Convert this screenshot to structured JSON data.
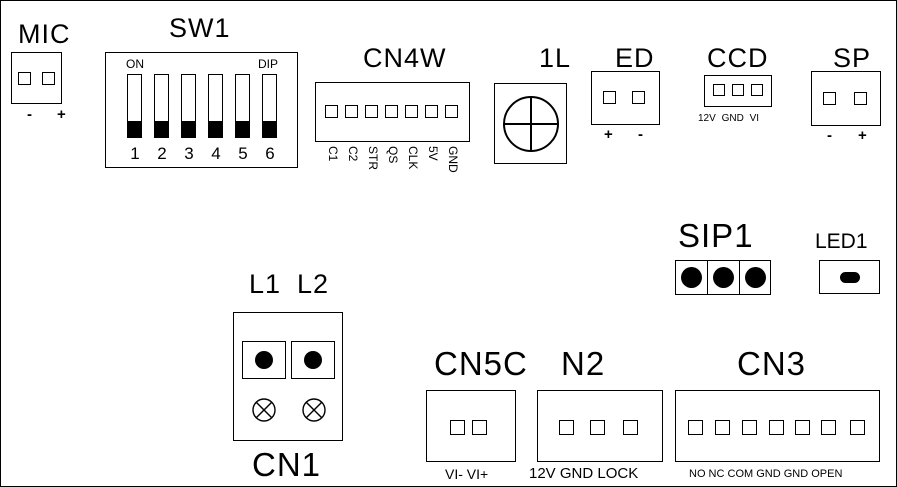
{
  "mic": {
    "title": "MIC",
    "minus": "-",
    "plus": "+"
  },
  "sw1": {
    "title": "SW1",
    "on_label": "ON",
    "dip_label": "DIP",
    "switches": [
      "1",
      "2",
      "3",
      "4",
      "5",
      "6"
    ]
  },
  "cn4w": {
    "title": "CN4W",
    "pins": [
      "C1",
      "C2",
      "STR",
      "QS",
      "CLK",
      "5V",
      "GND"
    ]
  },
  "l1_pot": {
    "title": "1L"
  },
  "ed": {
    "title": "ED",
    "plus": "+",
    "minus": "-"
  },
  "ccd": {
    "title": "CCD",
    "pins_label": "12V GND VI"
  },
  "sp": {
    "title": "SP",
    "minus": "-",
    "plus": "+"
  },
  "sip1": {
    "title": "SIP1"
  },
  "led1": {
    "title": "LED1"
  },
  "cn1": {
    "title": "CN1",
    "l1": "L1",
    "l2": "L2"
  },
  "cn5c": {
    "title": "CN5C",
    "pins_label": "VI- VI+"
  },
  "n2": {
    "title": "N2",
    "pins_label": "12V GND LOCK"
  },
  "cn3": {
    "title": "CN3",
    "pins_label": "NO NC COM GND GND OPEN"
  },
  "colors": {
    "line": "#000000",
    "background": "#ffffff"
  }
}
